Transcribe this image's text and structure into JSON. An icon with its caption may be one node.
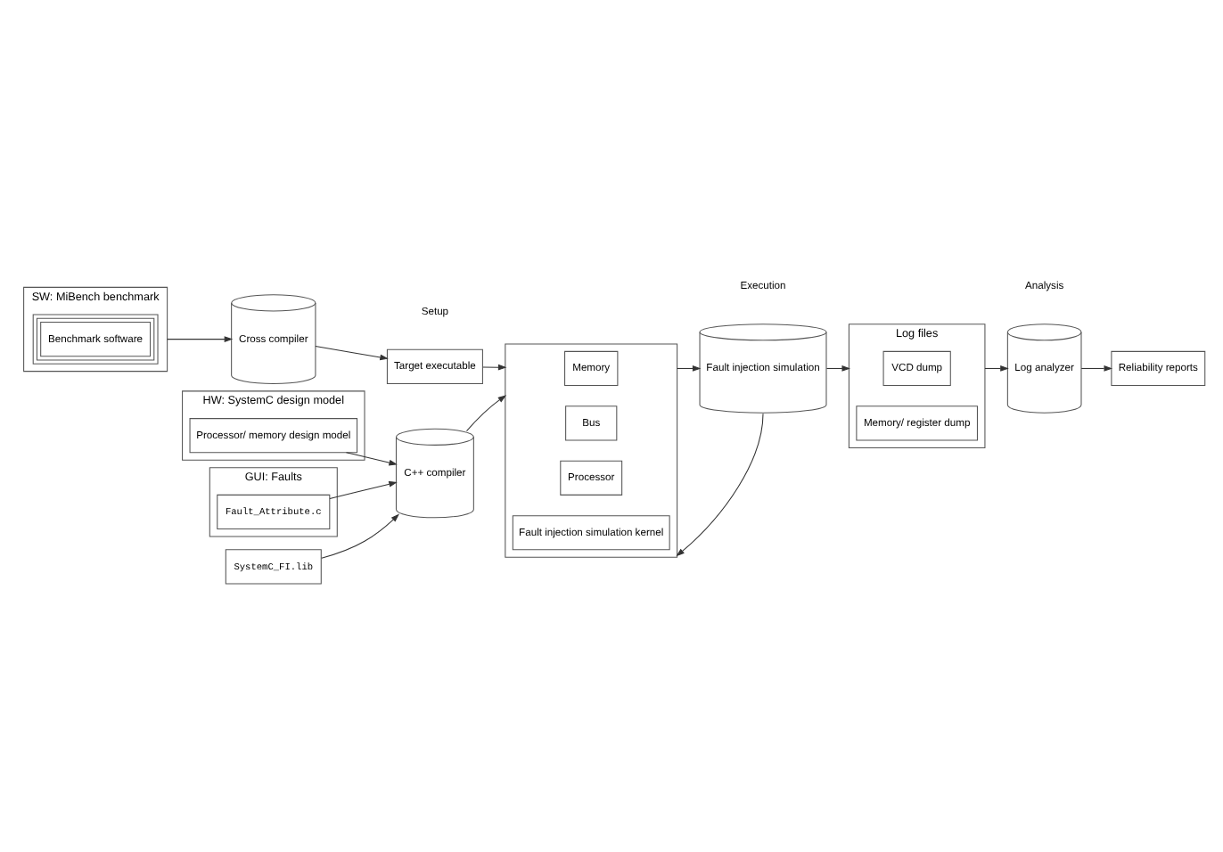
{
  "diagram": {
    "nodes": [
      {
        "text": [
          "SW: MiBench benchmark"
        ]
      },
      {
        "text": [
          "Benchmark software"
        ],
        "in": 0
      },
      {
        "text": [
          "Cross compiler"
        ]
      },
      {
        "text": [
          "Target executable"
        ]
      },
      {
        "text": [
          "HW: SystemC design model"
        ]
      },
      {
        "text": [
          "Processor/ memory design model"
        ],
        "in": 4
      },
      {
        "text": [
          "GUI: Faults"
        ]
      },
      {
        "text": [
          "Fault_Attribute.c"
        ],
        "in": 6
      },
      {
        "text": [
          "SystemC_FI.lib"
        ]
      },
      {
        "text": [
          "C++ compiler"
        ]
      },
      {
        "text": [],
        "shape": "box"
      },
      {
        "text": [
          "Memory"
        ],
        "in": 10
      },
      {
        "text": [
          "Bus"
        ],
        "in": 10
      },
      {
        "text": [
          "Processor"
        ],
        "in": 10
      },
      {
        "text": [
          "Fault injection simulation kernel"
        ],
        "in": 10
      },
      {
        "text": [
          "Fault injection simulation"
        ]
      },
      {
        "text": [
          "Log files"
        ]
      },
      {
        "text": [
          "VCD dump"
        ],
        "in": 16
      },
      {
        "text": [
          "Memory/ register dump"
        ],
        "in": 16
      },
      {
        "text": [
          "Log analyzer"
        ]
      },
      {
        "text": [
          "Reliability reports"
        ]
      }
    ],
    "edges": [
      {
        "from": 0,
        "to": 2,
        "arrow": "to"
      },
      {
        "from": 2,
        "to": 3,
        "arrow": "to"
      },
      {
        "from": 3,
        "to": 10,
        "arrow": "to"
      },
      {
        "from": 5,
        "to": 9,
        "arrow": "to"
      },
      {
        "from": 7,
        "to": 9,
        "arrow": "to"
      },
      {
        "from": 8,
        "to": 9,
        "arrow": "to"
      },
      {
        "from": 9,
        "to": 10,
        "arrow": "to"
      },
      {
        "from": 10,
        "to": 15,
        "arrow": "to"
      },
      {
        "from": 15,
        "to": 10,
        "arrow": "to"
      },
      {
        "from": 15,
        "to": 16,
        "arrow": "to"
      },
      {
        "from": 16,
        "to": 19,
        "arrow": "to"
      },
      {
        "from": 19,
        "to": 20,
        "arrow": "to"
      }
    ],
    "labels": [
      "Setup",
      "Execution",
      "Analysis"
    ]
  }
}
